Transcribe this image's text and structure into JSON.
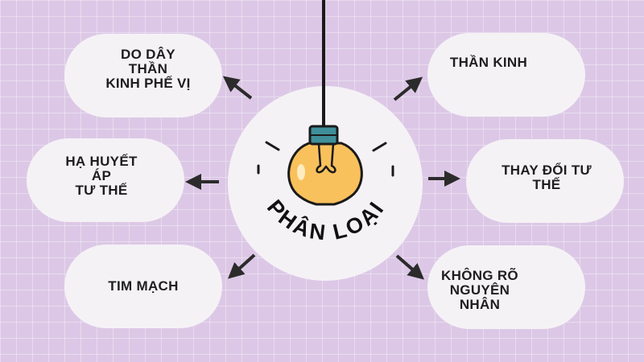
{
  "center": {
    "label": "PHÂN LOẠI"
  },
  "nodes": {
    "top_left": "DO DÂY THẦN\nKINH PHẾ VỊ",
    "mid_left": "HẠ HUYẾT ÁP\nTƯ THẾ",
    "bottom_left": "TIM MẠCH",
    "top_right": "THẦN KINH",
    "mid_right": "THAY ĐỔI TƯ\nTHẾ",
    "bottom_right": "KHÔNG RÕ\nNGUYÊN\nNHÂN"
  },
  "colors": {
    "background": "#dcc8e6",
    "pill": "#f5f2f6",
    "arrow": "#2b2b2b",
    "bulb": "#f9c15c",
    "socket": "#3f8f9a"
  },
  "icons": [
    "lightbulb-icon",
    "arrow-icon"
  ]
}
